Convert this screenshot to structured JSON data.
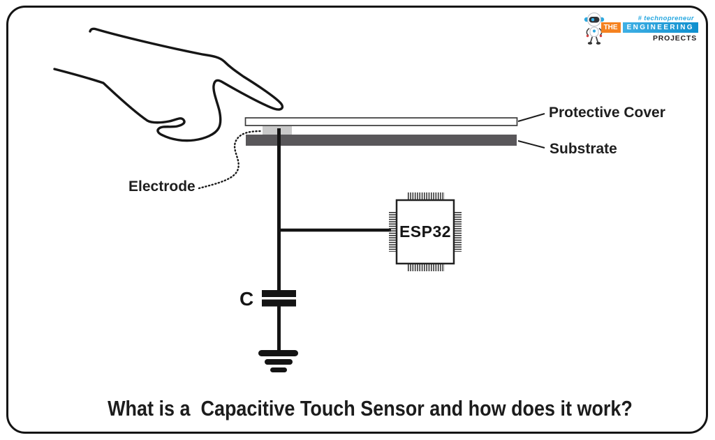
{
  "header_logo": {
    "tagline": "# technopreneur",
    "word_the": "THE",
    "word_engineering": "ENGINEERING",
    "word_projects": "PROJECTS",
    "colors": {
      "orange": "#F58220",
      "blue": "#29A8E0",
      "dark_text": "#231F20"
    },
    "robot_icon": "robot-mascot"
  },
  "diagram": {
    "labels": {
      "protective_cover": "Protective Cover",
      "substrate": "Substrate",
      "electrode": "Electrode",
      "chip": "ESP32",
      "capacitor": "C"
    },
    "colors": {
      "line": "#1b1b1b",
      "substrate_fill": "#59575A",
      "electrode_fill": "#C9C9C9"
    }
  },
  "title": "What is a  Capacitive Touch Sensor and how does it work?"
}
